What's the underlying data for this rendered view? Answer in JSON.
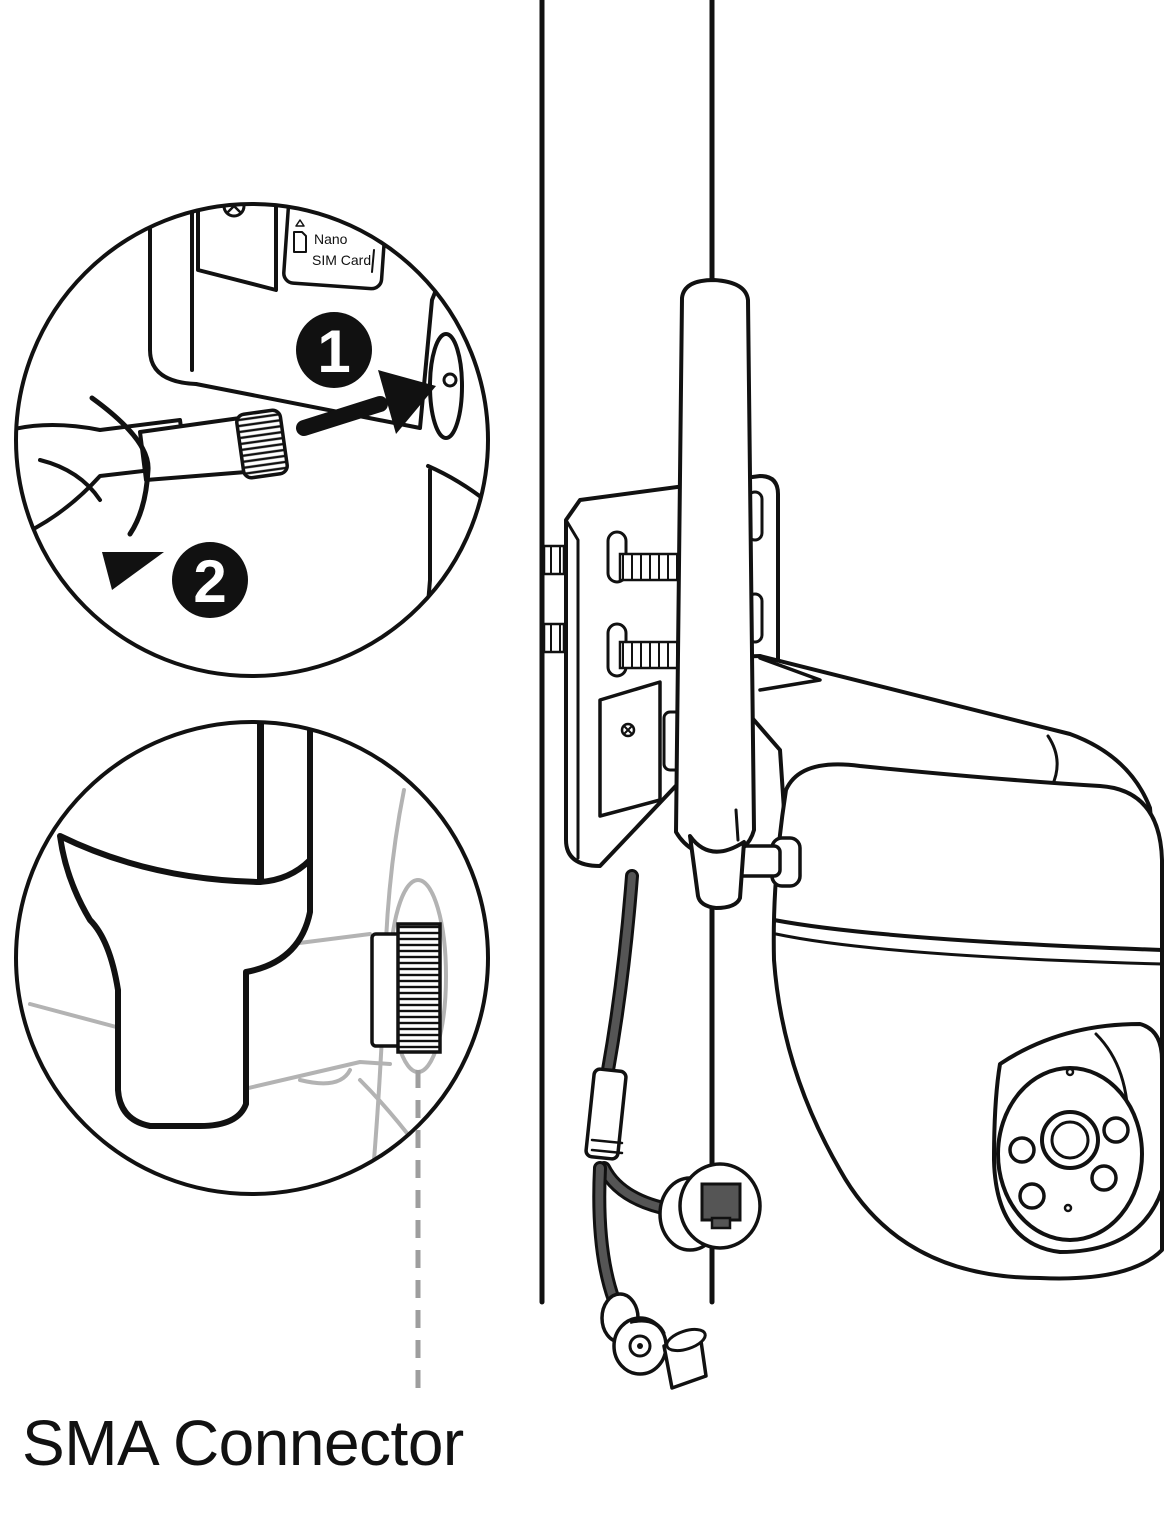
{
  "caption": "SMA Connector",
  "sim_label": {
    "line1": "Nano",
    "line2": "SIM Card"
  },
  "steps": [
    {
      "number": "1",
      "action": "insert"
    },
    {
      "number": "2",
      "action": "rotate"
    }
  ],
  "icons": {
    "screw": "screw-icon",
    "sim": "sim-card-icon",
    "arrow_straight": "arrow-right-icon",
    "arrow_curved": "arrow-rotate-icon"
  },
  "colors": {
    "ink": "#111111",
    "gray": "#b3b3b3",
    "cable": "#555555",
    "background": "#ffffff"
  }
}
